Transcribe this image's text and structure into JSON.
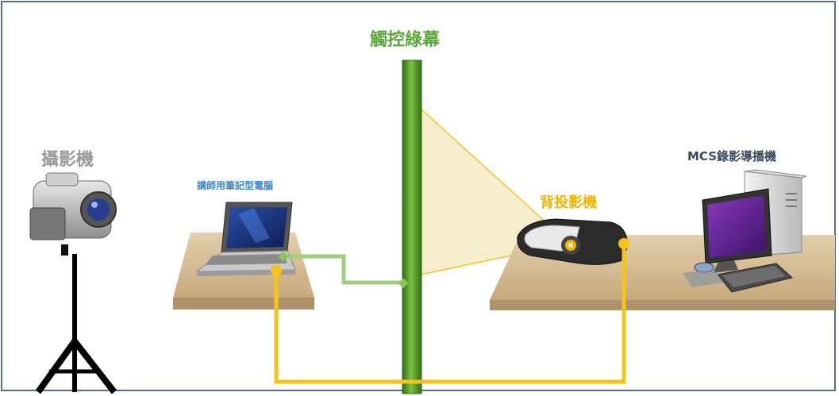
{
  "labels": {
    "touch_screen": "觸控綠幕",
    "camera": "攝影機",
    "instructor_laptop": "講師用筆記型電腦",
    "rear_projector": "背投影機",
    "recorder": "MCS錄影導播機"
  },
  "colors": {
    "touch_screen_label": "#5aa83c",
    "camera_label": "#9a9a9a",
    "laptop_label": "#3f86c8",
    "projector_label": "#f2b600",
    "recorder_label": "#3a4a5e",
    "screen_pole": "#4f9a2a",
    "green_cable": "#9fcf7a",
    "yellow_cable": "#f7c31a",
    "projection_beam": "#f6ebc6",
    "table_top": "#d7c09a",
    "frame_border": "#5b6f8a"
  },
  "icons": {
    "camera": "video-camera-icon",
    "laptop": "laptop-icon",
    "projector": "projector-icon",
    "desktop": "desktop-computer-icon"
  }
}
